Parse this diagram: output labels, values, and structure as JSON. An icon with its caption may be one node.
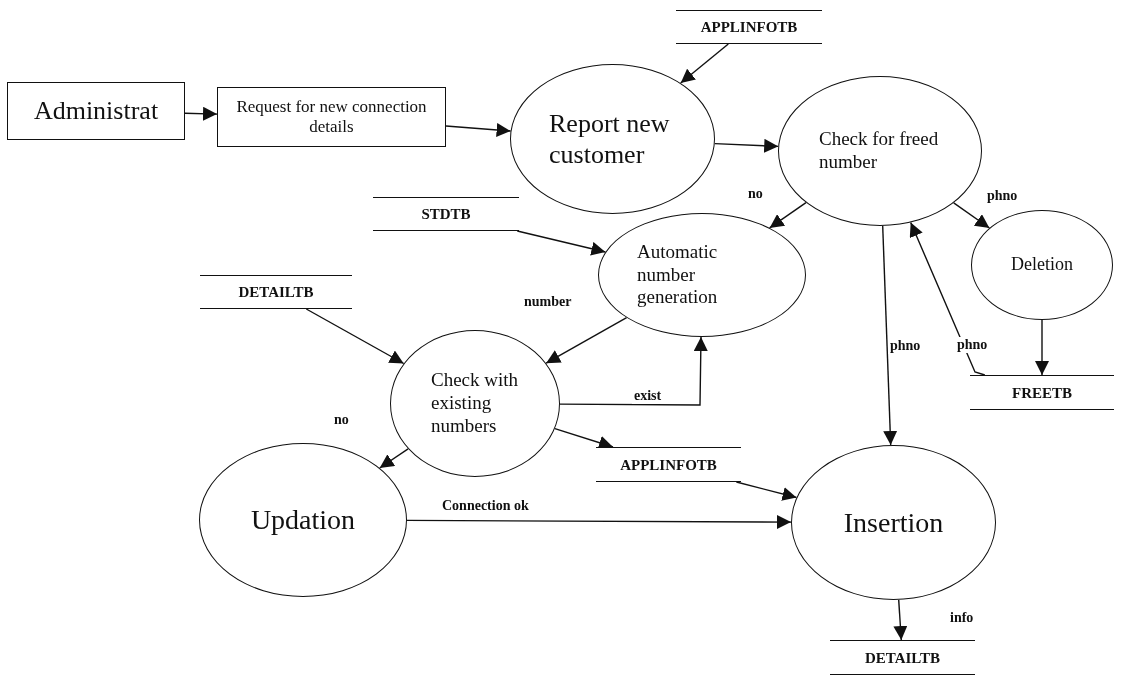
{
  "diagram": {
    "nodes": [
      {
        "text": [
          "Administrat"
        ]
      },
      {
        "text": [
          "Request for new connection details"
        ]
      },
      {
        "text": [
          "APPLINFOTB"
        ]
      },
      {
        "text": [
          "Report new customer"
        ]
      },
      {
        "text": [
          "Check for freed number"
        ]
      },
      {
        "text": [
          "STDTB"
        ]
      },
      {
        "text": [
          "Automatic number generation"
        ]
      },
      {
        "text": [
          "Deletion"
        ]
      },
      {
        "text": [
          "DETAILTB"
        ]
      },
      {
        "text": [
          "Check with existing numbers"
        ]
      },
      {
        "text": [
          "FREETB"
        ]
      },
      {
        "text": [
          "Updation"
        ]
      },
      {
        "text": [
          "APPLINFOTB"
        ]
      },
      {
        "text": [
          "Insertion"
        ]
      },
      {
        "text": [
          "DETAILTB"
        ]
      }
    ],
    "edges": [
      {
        "from": 0,
        "to": 1,
        "arrow": "to"
      },
      {
        "from": 1,
        "to": 3,
        "arrow": "to"
      },
      {
        "from": 2,
        "to": 3,
        "arrow": "to"
      },
      {
        "from": 3,
        "to": 4,
        "arrow": "to"
      },
      {
        "from": 4,
        "to": 6,
        "arrow": "to",
        "label": "no"
      },
      {
        "from": 4,
        "to": 7,
        "arrow": "to",
        "label": "phno"
      },
      {
        "from": 5,
        "to": 6,
        "arrow": "to"
      },
      {
        "from": 6,
        "to": 9,
        "arrow": "to",
        "label": "number"
      },
      {
        "from": 8,
        "to": 9,
        "arrow": "to"
      },
      {
        "from": 9,
        "to": 6,
        "arrow": "to",
        "label": "exist"
      },
      {
        "from": 9,
        "to": 11,
        "arrow": "to",
        "label": "no"
      },
      {
        "from": 9,
        "to": 12,
        "arrow": "to"
      },
      {
        "from": 12,
        "to": 13,
        "arrow": "to"
      },
      {
        "from": 11,
        "to": 13,
        "arrow": "to",
        "label": "Connection ok"
      },
      {
        "from": 4,
        "to": 13,
        "arrow": "to",
        "label": "phno"
      },
      {
        "from": 10,
        "to": 4,
        "arrow": "to",
        "label": "phno"
      },
      {
        "from": 7,
        "to": 10,
        "arrow": "to"
      },
      {
        "from": 13,
        "to": 14,
        "arrow": "to",
        "label": "info"
      }
    ]
  }
}
